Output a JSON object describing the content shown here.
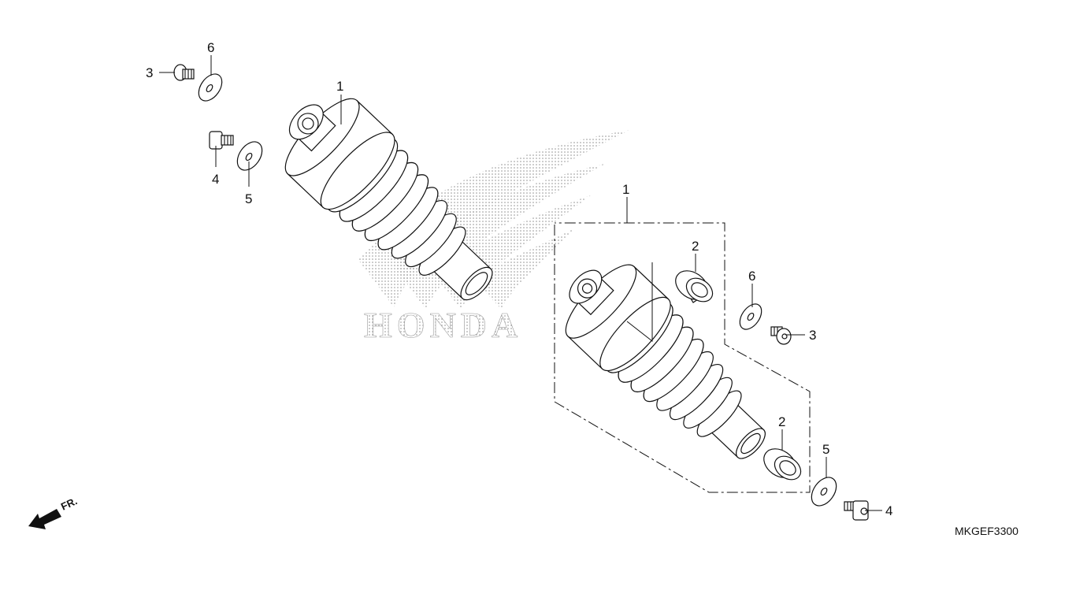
{
  "diagram": {
    "watermark": "HONDA",
    "drawing_code": "MKGEF3300",
    "front_indicator": "FR.",
    "callouts": {
      "left_shock": "1",
      "left_bolt": "3",
      "left_washer_top": "6",
      "left_nut": "4",
      "left_washer_bottom": "5",
      "right_set": "1",
      "right_bushing_top": "2",
      "right_bushing_bottom": "2",
      "right_washer_top": "6",
      "right_bolt": "3",
      "right_washer_bottom": "5",
      "right_nut": "4"
    }
  }
}
